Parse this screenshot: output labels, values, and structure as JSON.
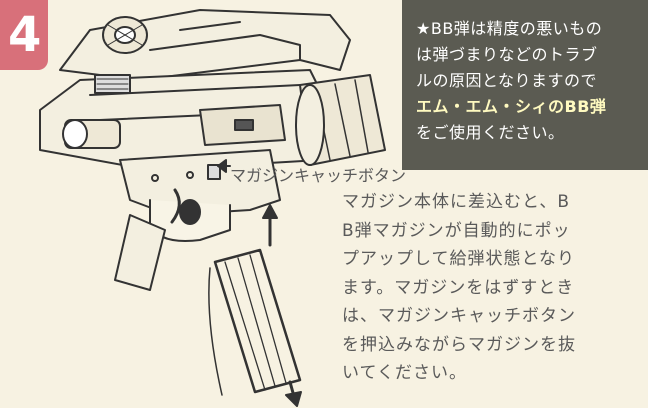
{
  "step": {
    "number": "4"
  },
  "note": {
    "lines": [
      "★BB弾は精度の悪いもの",
      "は弾づまりなどのトラブ",
      "ルの原因となりますので",
      "エム・エム・シィのBB弾",
      "をご使用ください。"
    ]
  },
  "callout": {
    "label": "マガジンキャッチボタン"
  },
  "body": {
    "lines": [
      "マガジン本体に差込むと、B",
      "B弾マガジンが自動的にポッ",
      "プアップして給弾状態となり",
      "ます。マガジンをはずすとき",
      "は、マガジンキャッチボタン",
      "を押込みながらマガジンを抜",
      "いてください。"
    ]
  },
  "colors": {
    "badge": "#d8707a",
    "note_bg": "#5b5b52",
    "paper": "#f7f2e2",
    "ink": "#5a5a5a"
  }
}
